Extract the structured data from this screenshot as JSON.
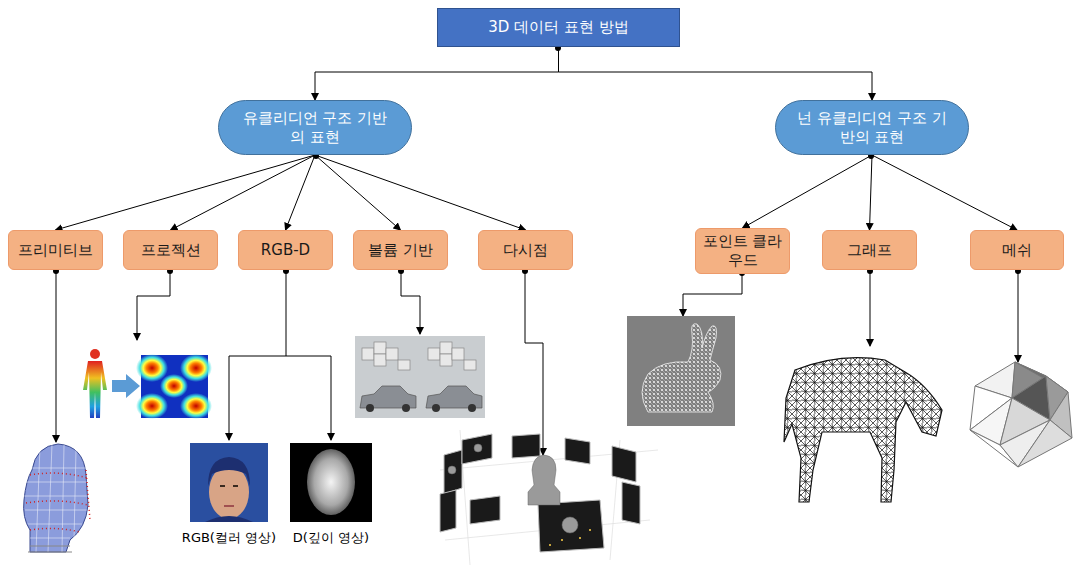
{
  "diagram": {
    "nodes": [
      {
        "text": [
          "3D 데이터 표현 방법"
        ]
      },
      {
        "text": [
          "유클리디언 구조 기반의 표현"
        ]
      },
      {
        "text": [
          "넌 유클리디언 구조 기반의 표현"
        ]
      },
      {
        "text": [
          "프리미티브"
        ]
      },
      {
        "text": [
          "프로젝션"
        ]
      },
      {
        "text": [
          "RGB-D"
        ]
      },
      {
        "text": [
          "볼륨 기반"
        ]
      },
      {
        "text": [
          "다시점"
        ]
      },
      {
        "text": [
          "포인트 클라우드"
        ]
      },
      {
        "text": [
          "그래프"
        ]
      },
      {
        "text": [
          "메쉬"
        ]
      }
    ],
    "edges": [
      {
        "from": 0,
        "to": 1,
        "arrow": "to"
      },
      {
        "from": 0,
        "to": 2,
        "arrow": "to"
      },
      {
        "from": 1,
        "to": 3,
        "arrow": "to"
      },
      {
        "from": 1,
        "to": 4,
        "arrow": "to"
      },
      {
        "from": 1,
        "to": 5,
        "arrow": "to"
      },
      {
        "from": 1,
        "to": 6,
        "arrow": "to"
      },
      {
        "from": 1,
        "to": 7,
        "arrow": "to"
      },
      {
        "from": 2,
        "to": 8,
        "arrow": "to"
      },
      {
        "from": 2,
        "to": 9,
        "arrow": "to"
      },
      {
        "from": 2,
        "to": 10,
        "arrow": "to"
      }
    ],
    "labels": [
      "RGB(컬러 영상)",
      "D(깊이 영상)"
    ]
  }
}
